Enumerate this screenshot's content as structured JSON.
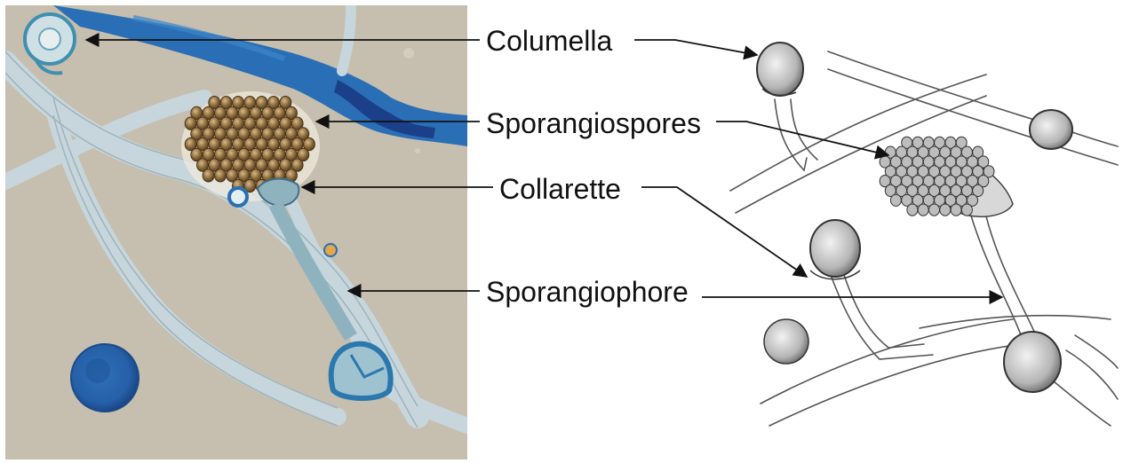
{
  "labels": {
    "columella": "Columella",
    "sporangiospores": "Sporangiospores",
    "collarette": "Collarette",
    "sporangiophore": "Sporangiophore"
  },
  "colors": {
    "photo_background": "#c9c0b1",
    "stain_blue": "#2a6fb5",
    "dark_blue": "#1c3f8a",
    "hypha_fill": "#c6d6dc",
    "spore_brown": "#8a6b3c",
    "line": "#222222"
  }
}
